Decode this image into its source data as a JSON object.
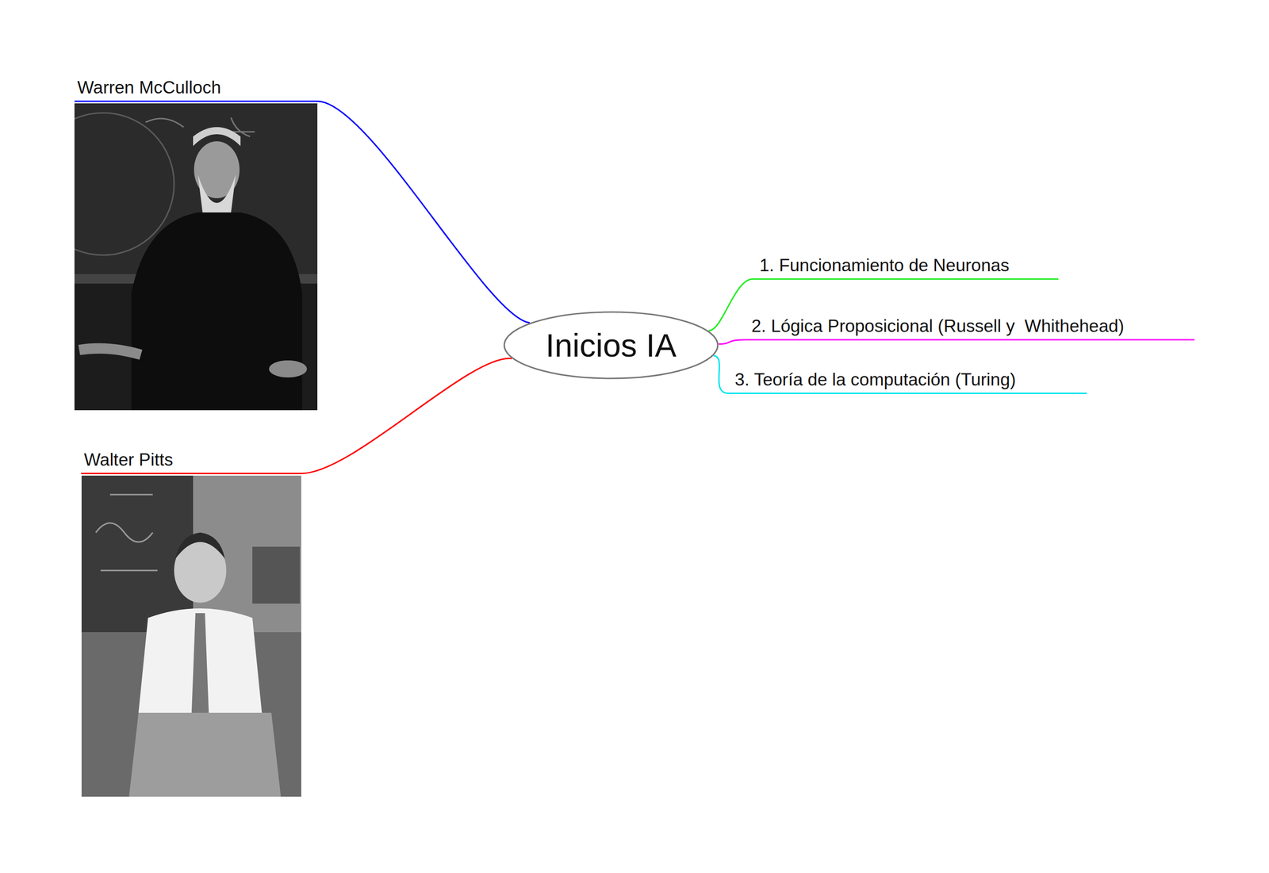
{
  "diagram": {
    "nodes": [
      {
        "text": [
          "Inicios IA"
        ]
      },
      {
        "text": [
          "Warren McCulloch"
        ]
      },
      {
        "text": [
          "Walter Pitts"
        ]
      },
      {
        "text": [
          "1. Funcionamiento de Neuronas"
        ]
      },
      {
        "text": [
          "2. Lógica Proposicional (Russell y  Whithehead)"
        ]
      },
      {
        "text": [
          "3. Teoría de la computación (Turing)"
        ]
      }
    ],
    "edges": [
      {
        "from": 0,
        "to": 1,
        "arrow": "none"
      },
      {
        "from": 0,
        "to": 2,
        "arrow": "none"
      },
      {
        "from": 0,
        "to": 3,
        "arrow": "none"
      },
      {
        "from": 0,
        "to": 4,
        "arrow": "none"
      },
      {
        "from": 0,
        "to": 5,
        "arrow": "none"
      }
    ]
  }
}
